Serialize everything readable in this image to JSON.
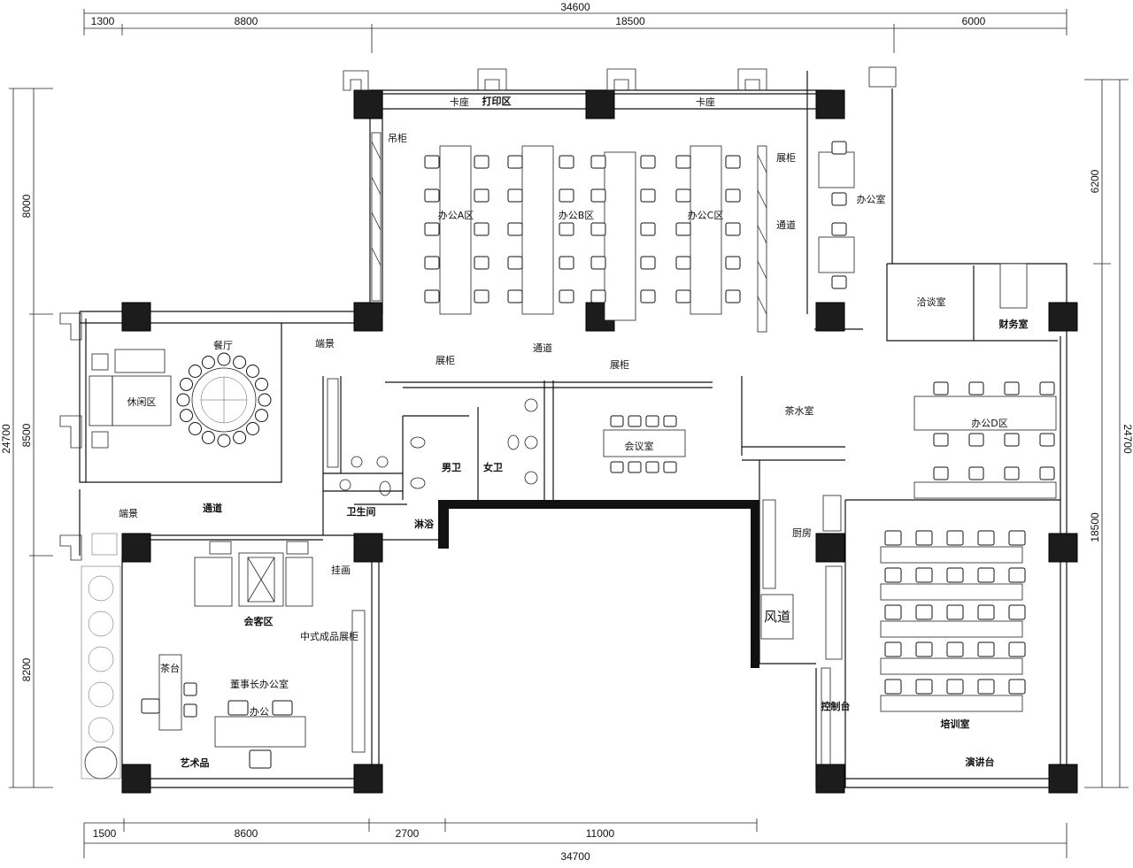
{
  "dimensions": {
    "top_total": "34600",
    "top_segments": [
      "1300",
      "8800",
      "18500",
      "6000"
    ],
    "bottom_total": "34700",
    "bottom_segments": [
      "1500",
      "8600",
      "2700",
      "11000"
    ],
    "left_total": "24700",
    "left_segments": [
      "8000",
      "8500",
      "8200"
    ],
    "right_total": "24700",
    "right_segments": [
      "6200",
      "18500"
    ]
  },
  "rooms": {
    "booth_left": "卡座",
    "print_area": "打印区",
    "booth_right": "卡座",
    "hanging_cabinet": "吊柜",
    "office_a": "办公A区",
    "office_b": "办公B区",
    "office_c": "办公C区",
    "display_cabinet_right": "展柜",
    "corridor_right": "通道",
    "office_room": "办公室",
    "negotiation_room": "洽谈室",
    "finance_room": "财务室",
    "corridor_main": "通道",
    "display_cabinet_1": "展柜",
    "display_cabinet_2": "展柜",
    "restaurant": "餐厅",
    "landscape_top": "端景",
    "leisure_area": "休闲区",
    "tea_room": "茶水室",
    "office_d": "办公D区",
    "mens_room": "男卫",
    "womens_room": "女卫",
    "meeting_room": "会议室",
    "corridor_left": "通道",
    "landscape_left": "端景",
    "restroom": "卫生间",
    "shower": "淋浴",
    "kitchen": "厨房",
    "air_duct": "风道",
    "painting": "挂画",
    "reception_area": "会客区",
    "display_cabinet_chinese": "中式成品展柜",
    "tea_table": "茶台",
    "chairman_office": "董事长办公室",
    "office": "办公",
    "control_desk": "控制台",
    "training_room": "培训室",
    "podium": "演讲台",
    "art_piece": "艺术品"
  }
}
